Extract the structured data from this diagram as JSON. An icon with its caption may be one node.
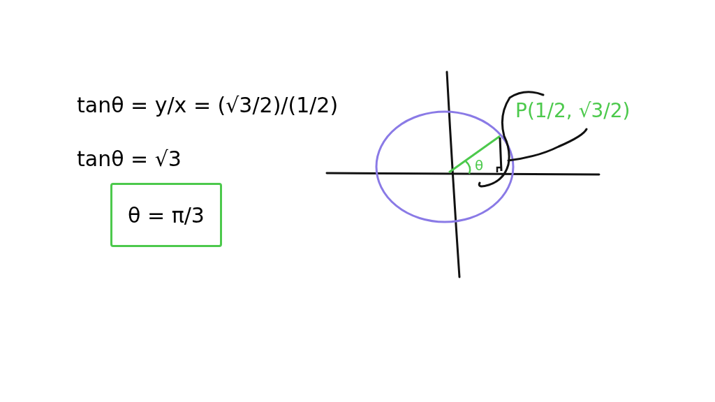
{
  "diagram": {
    "nodes": [
      {
        "text": [
          "θ = π/3"
        ]
      }
    ],
    "edges": [],
    "labels": [
      "tanθ = y/x = (√3/2)/(1/2)",
      "tanθ = √3",
      "θ",
      "P(1/2, √3/2)"
    ]
  }
}
